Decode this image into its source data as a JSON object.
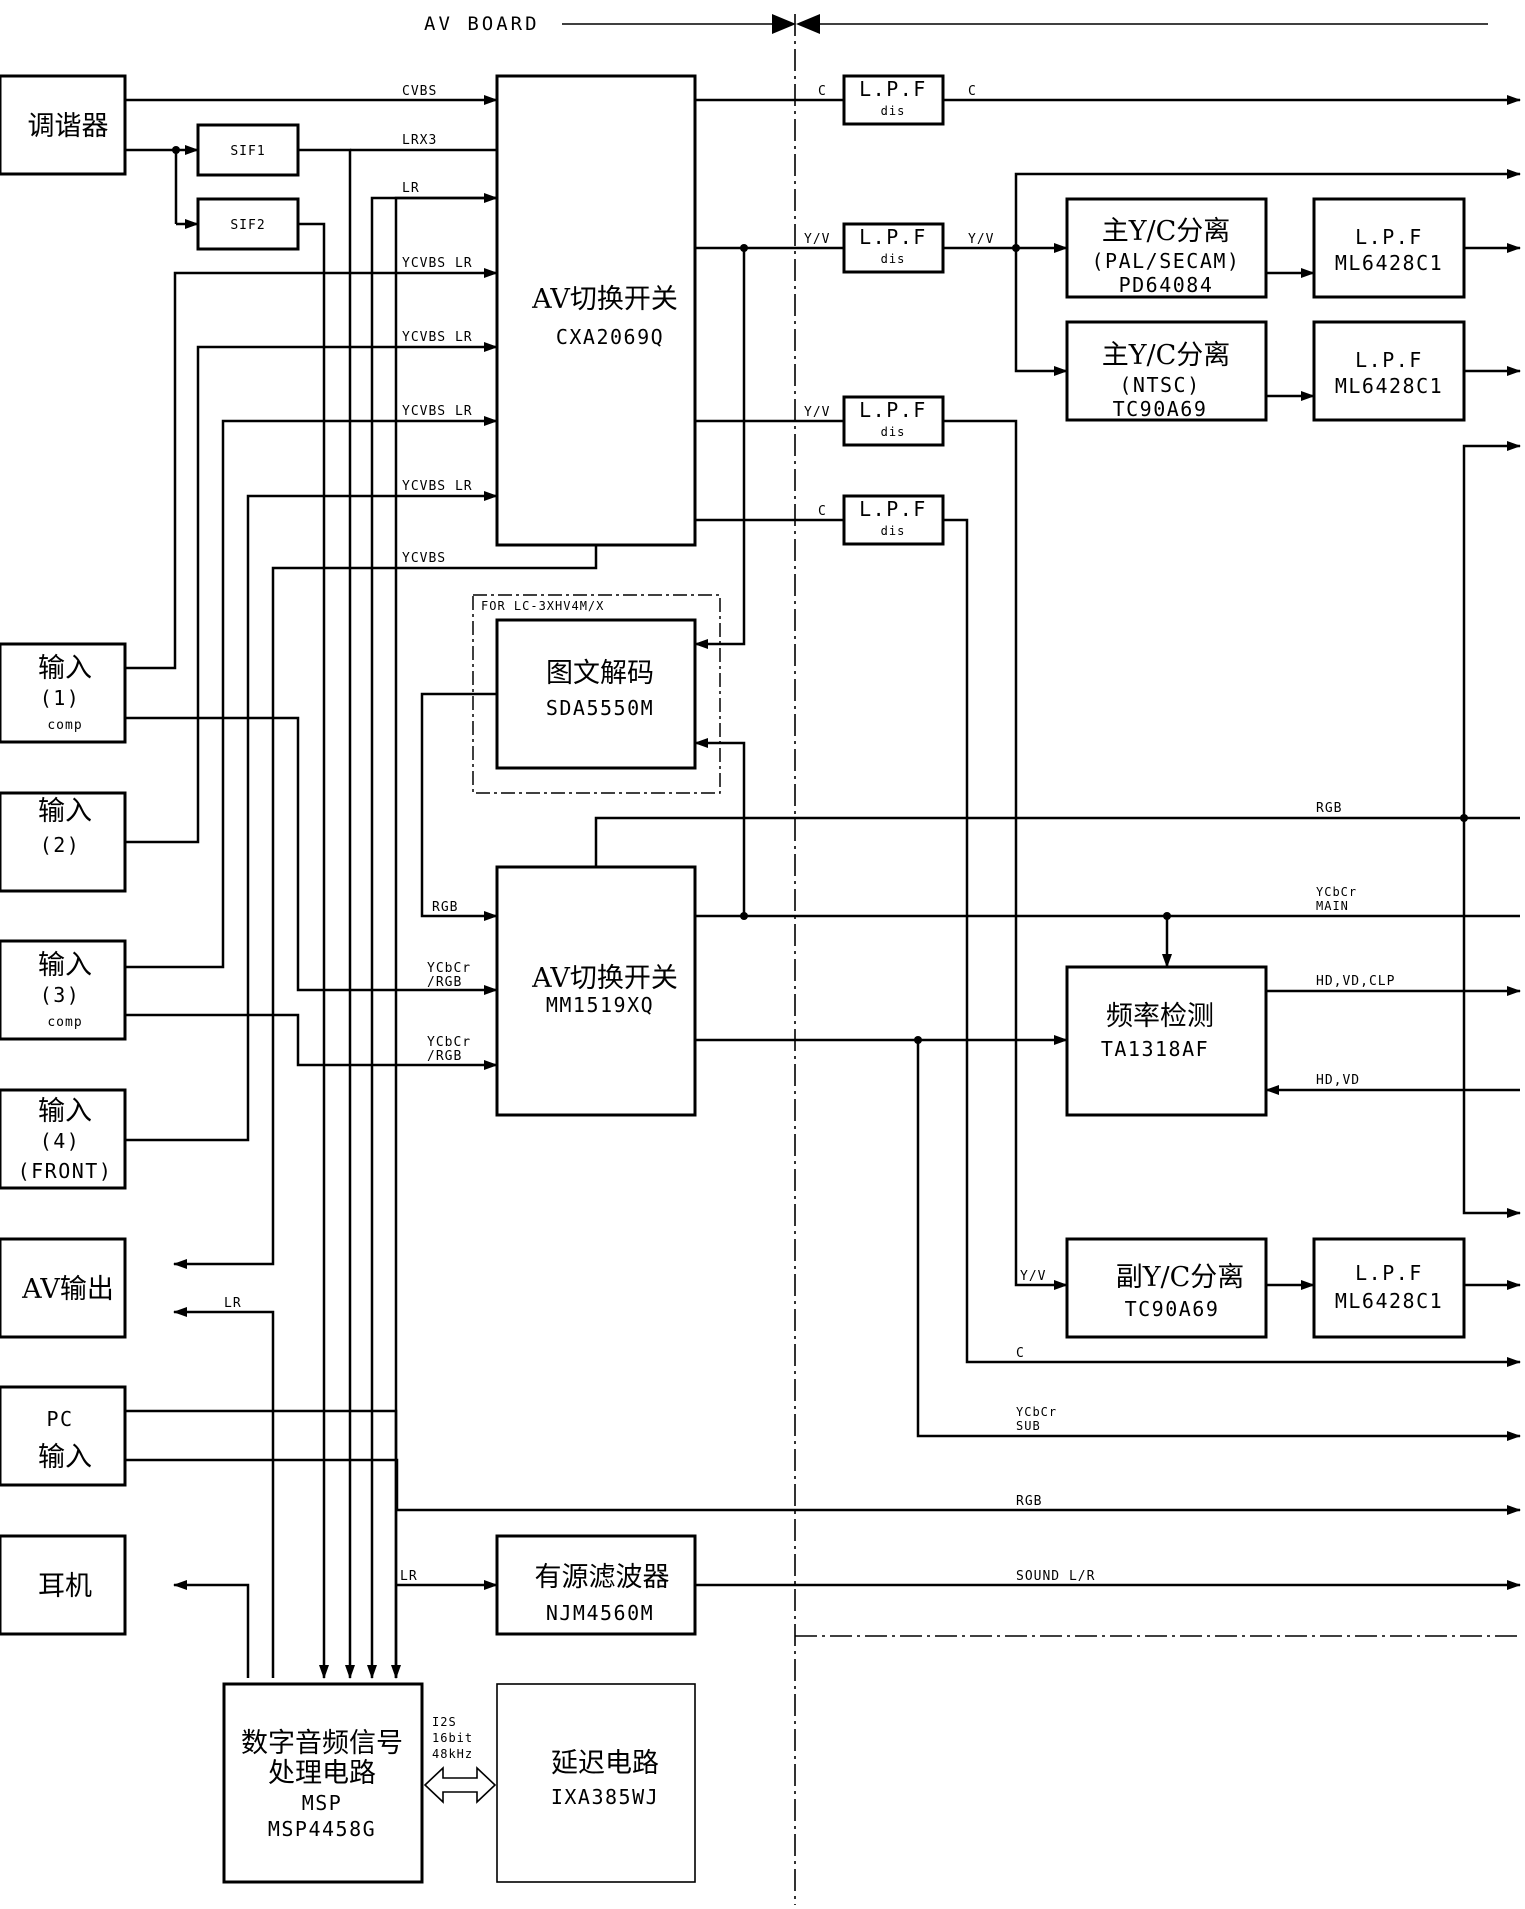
{
  "header": {
    "board_label": "AV BOARD"
  },
  "inputs": {
    "tuner": "调谐器",
    "sif1": "SIF1",
    "sif2": "SIF2",
    "in1": {
      "title": "输入",
      "num": "(1)",
      "sub": "comp"
    },
    "in2": {
      "title": "输入",
      "num": "(2)"
    },
    "in3": {
      "title": "输入",
      "num": "(3)",
      "sub": "comp"
    },
    "in4": {
      "title": "输入",
      "num": "(4)",
      "sub": "(FRONT)"
    },
    "av_out": "AV输出",
    "pc": {
      "line1": "PC",
      "line2": "输入"
    },
    "headphone": "耳机"
  },
  "blocks": {
    "av_switch1": {
      "title": "AV切换开关",
      "part": "CXA2069Q"
    },
    "teletext": {
      "frame": "FOR LC-3XHV4M/X",
      "title": "图文解码",
      "part": "SDA5550M"
    },
    "av_switch2": {
      "title": "AV切换开关",
      "part": "MM1519XQ"
    },
    "active_filter": {
      "title": "有源滤波器",
      "part": "NJM4560M"
    },
    "dsp": {
      "line1": "数字音频信号",
      "line2": "处理电路",
      "line3": "MSP",
      "line4": "MSP4458G"
    },
    "i2s": {
      "line1": "I2S",
      "line2": "16bit",
      "line3": "48kHz"
    },
    "delay": {
      "title": "延迟电路",
      "part": "IXA385WJ"
    },
    "lpf": {
      "title": "L.P.F",
      "sub": "dis"
    },
    "yc_main1": {
      "title": "主Y/C分离",
      "sub": "(PAL/SECAM)",
      "part": "PD64084"
    },
    "yc_main2": {
      "title": "主Y/C分离",
      "sub": "(NTSC)",
      "part": "TC90A69"
    },
    "yc_sub": {
      "title": "副Y/C分离",
      "part": "TC90A69"
    },
    "lpf_out": {
      "title": "L.P.F",
      "part": "ML6428C1"
    },
    "freq": {
      "title": "频率检测",
      "part": "TA1318AF"
    }
  },
  "signals": {
    "cvbs": "CVBS",
    "lrx3": "LRX3",
    "lr": "LR",
    "ycvbs_lr": "YCVBS LR",
    "ycvbs": "YCVBS",
    "c": "C",
    "yv": "Y/V",
    "rgb": "RGB",
    "ycbcr_rgb_1": "YCbCr",
    "ycbcr_rgb_2": "/RGB",
    "ycbcr": "YCbCr",
    "main": "MAIN",
    "hdvdclp": "HD,VD,CLP",
    "hdvd": "HD,VD",
    "sub": "SUB",
    "sound": "SOUND L/R"
  }
}
